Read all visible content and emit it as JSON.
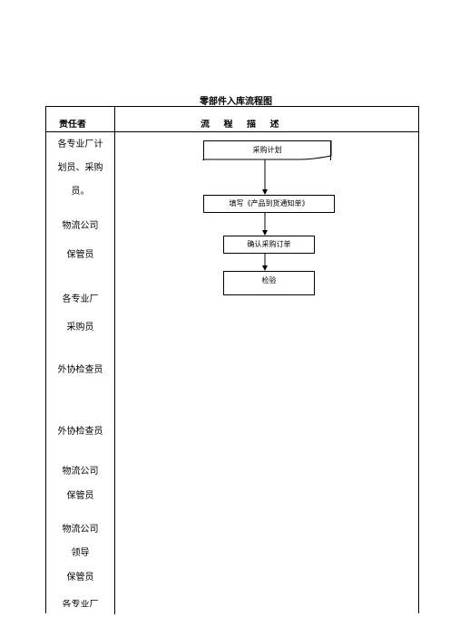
{
  "document": {
    "title": "零部件入库流程图",
    "header_left": "责任者",
    "header_right": [
      "流",
      "程",
      "描",
      "述"
    ]
  },
  "responsible": [
    {
      "id": "r1",
      "lines": [
        "各专业厂计",
        "划员、采购",
        "员。"
      ]
    },
    {
      "id": "r2",
      "lines": [
        "物流公司",
        "保管员"
      ]
    },
    {
      "id": "r3",
      "lines": [
        "各专业厂",
        "采购员"
      ]
    },
    {
      "id": "r4",
      "lines": [
        "外协检查员"
      ]
    },
    {
      "id": "r5",
      "lines": [
        "外协检查员"
      ]
    },
    {
      "id": "r6",
      "lines": [
        "物流公司",
        "保管员"
      ]
    },
    {
      "id": "r7",
      "lines": [
        "物流公司",
        "领导",
        "保管员"
      ]
    },
    {
      "id": "r8",
      "lines": [
        "各专业厂"
      ]
    }
  ],
  "flow": {
    "steps": [
      "采购计划",
      "填写《产品到货通知单》",
      "确认采购订单",
      "检验"
    ]
  }
}
